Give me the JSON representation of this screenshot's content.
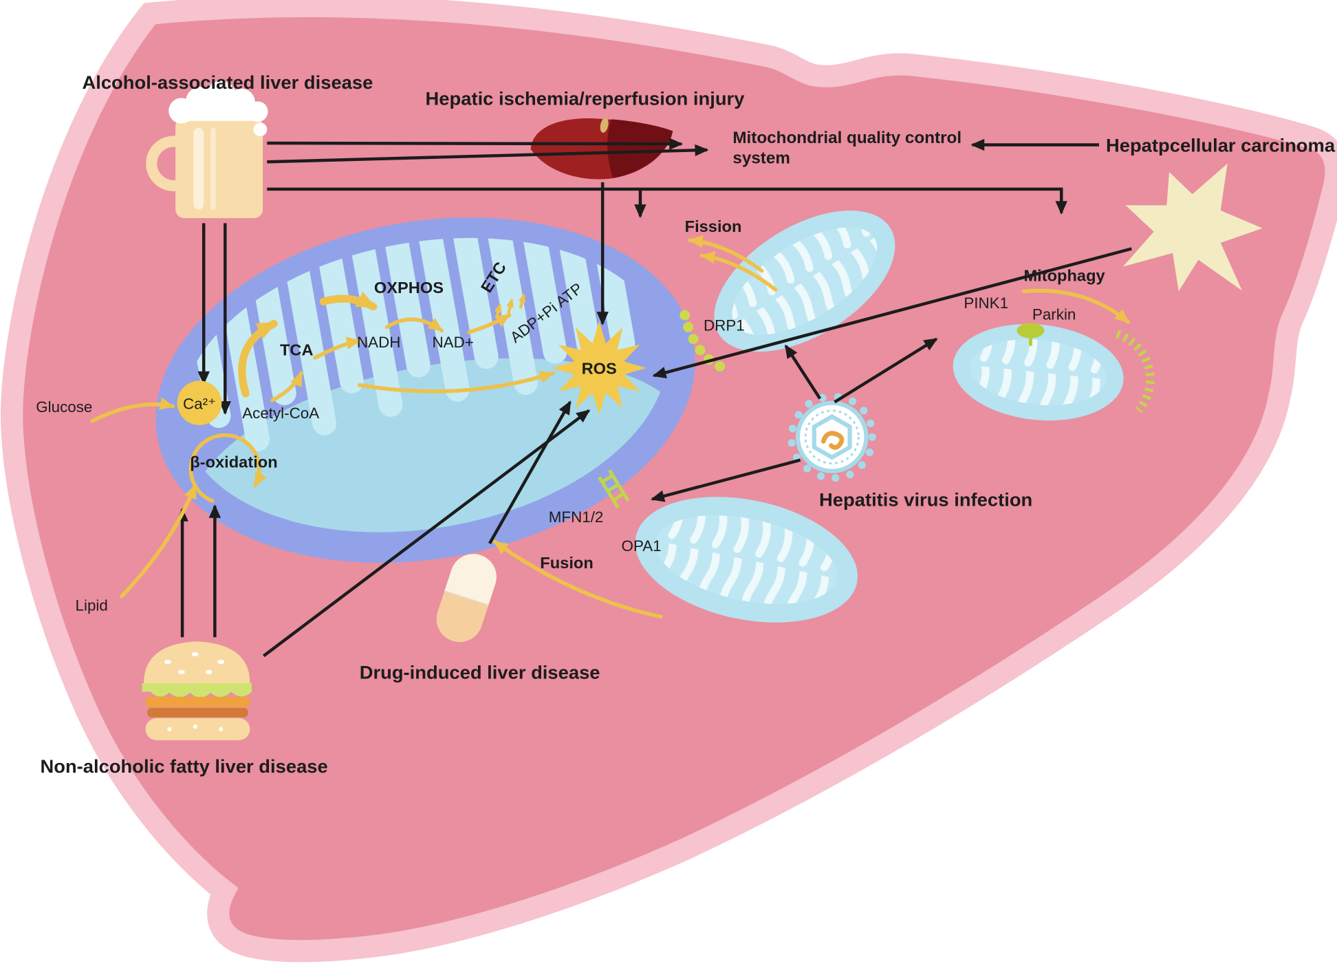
{
  "labels": {
    "alcohol": "Alcohol-associated liver disease",
    "ischemia": "Hepatic ischemia/reperfusion injury",
    "mqc_line1": "Mitochondrial quality control",
    "mqc_line2": "system",
    "carcinoma": "Hepatpcellular carcinoma",
    "fission": "Fission",
    "drp1": "DRP1",
    "mitophagy": "Mitophagy",
    "pink1": "PINK1",
    "parkin": "Parkin",
    "oxphos": "OXPHOS",
    "etc": "ETC",
    "tca": "TCA",
    "nadh": "NADH",
    "nad_plus": "NAD+",
    "adp_atp": "ADP+Pi ATP",
    "ros": "ROS",
    "calcium": "Ca²⁺",
    "acetyl_coa": "Acetyl-CoA",
    "beta_oxidation": "β-oxidation",
    "glucose": "Glucose",
    "lipid": "Lipid",
    "mfn": "MFN1/2",
    "opa1": "OPA1",
    "fusion": "Fusion",
    "hepatitis": "Hepatitis virus infection",
    "drug": "Drug-induced liver disease",
    "nafld": "Non-alcoholic fatty liver disease"
  },
  "colors": {
    "liver_fill": "#e98fa0",
    "liver_border": "#f6c3cf",
    "mito_outer": "#92a2e8",
    "mito_cristae": "#c6ebf4",
    "mito_pool": "#a7d9ea",
    "small_mito": "#b7e2ef",
    "arrow_black": "#1c1c1c",
    "accent_yellow": "#eec14b",
    "ros_yellow": "#f2c94c",
    "lime_green": "#c2d44c",
    "virus_teal": "#a5dbe8",
    "liver_icon_red": "#9e2020",
    "liver_icon_dark": "#701015",
    "cancer_cream": "#f3ecc3",
    "bun_tan": "#f8d9a2",
    "beer_tan": "#f8dcab"
  }
}
